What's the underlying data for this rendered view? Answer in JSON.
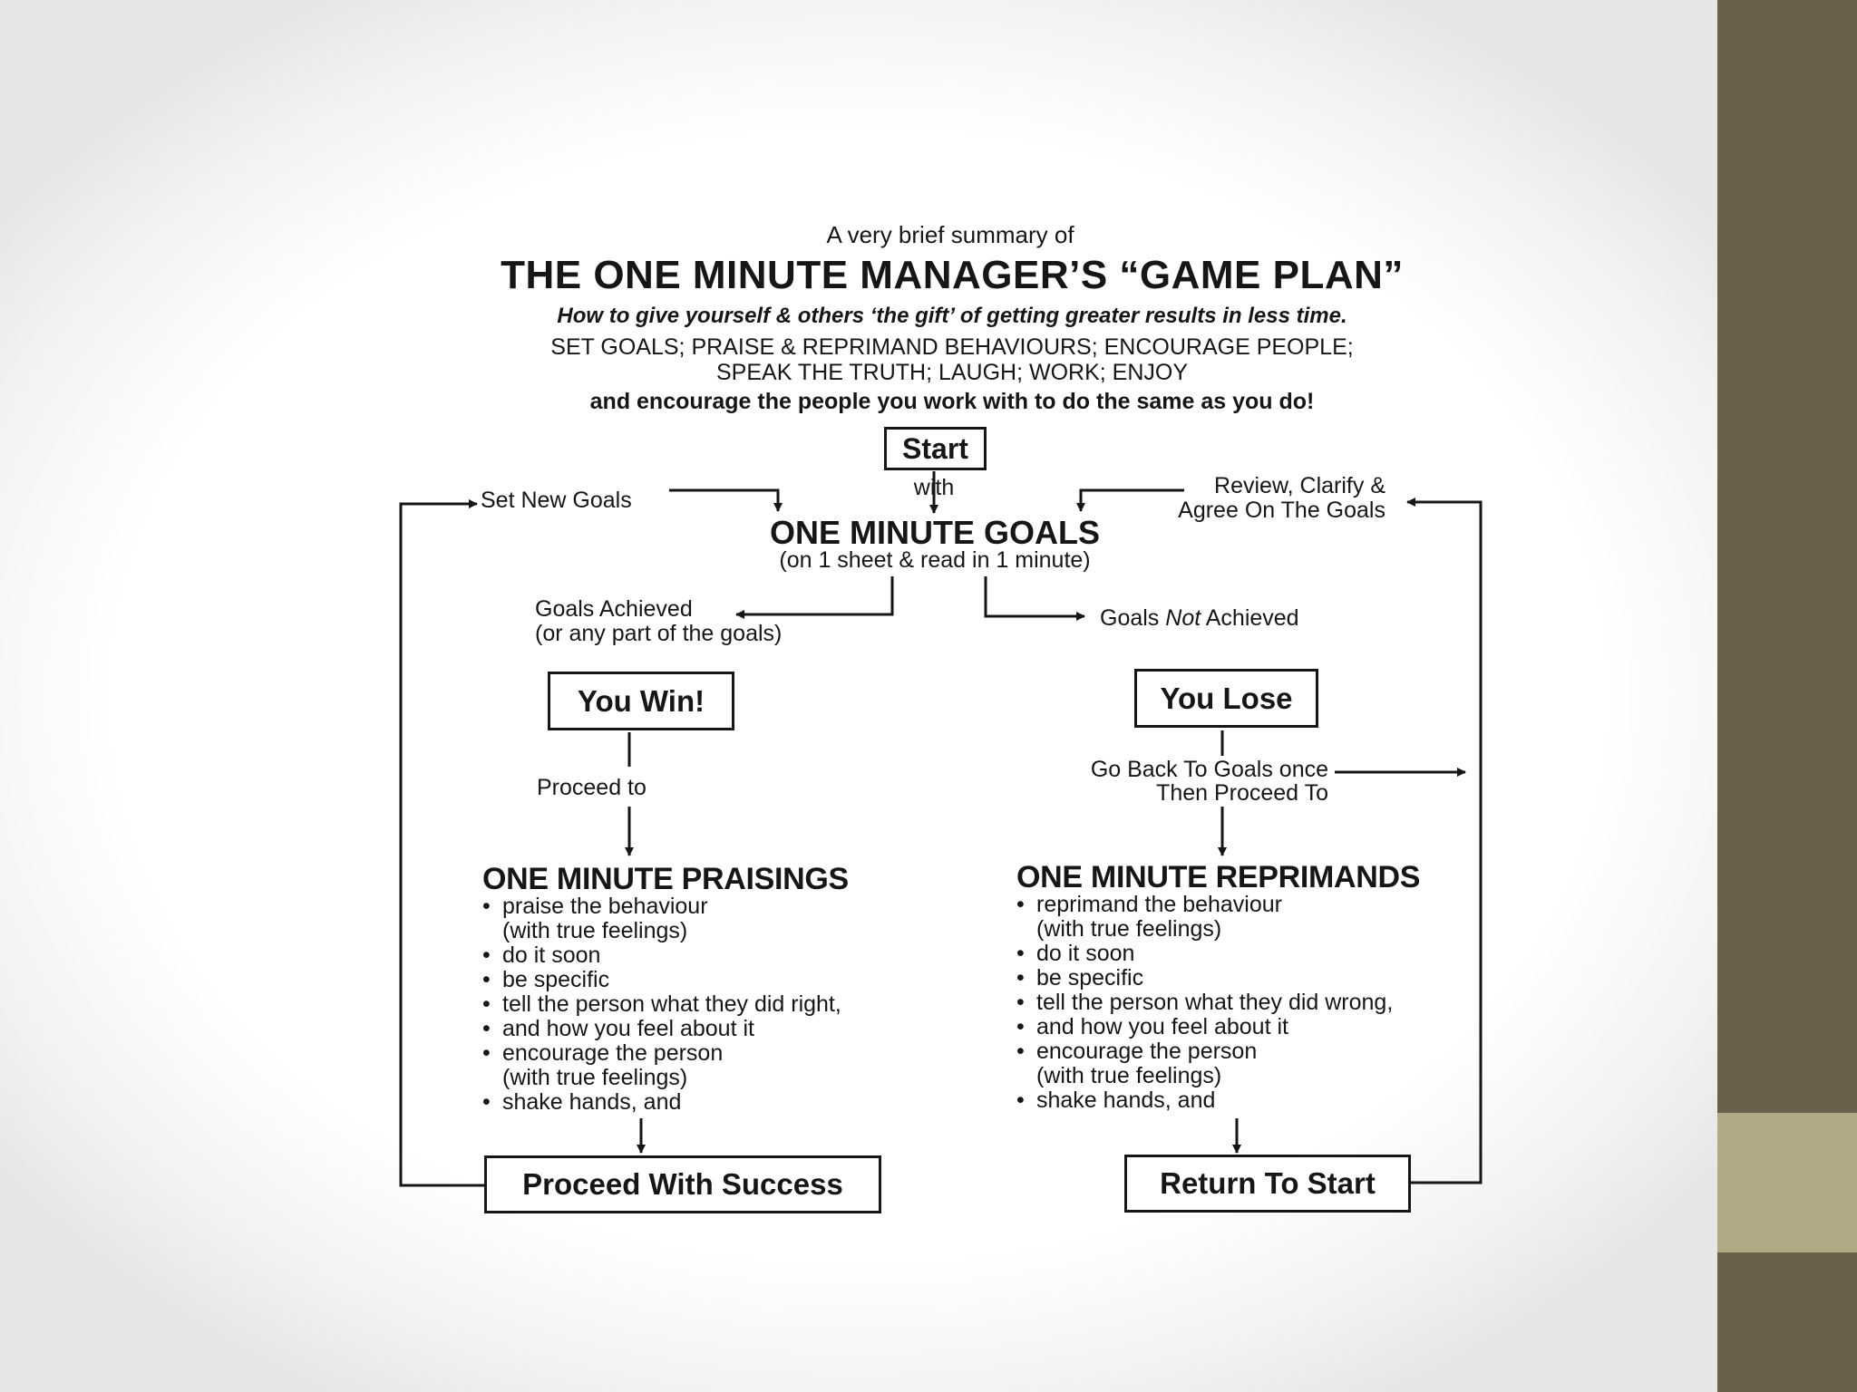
{
  "header": {
    "intro": "A very brief summary of",
    "title": "THE ONE MINUTE MANAGER’S “GAME PLAN”",
    "subtitle": "How to give yourself & others ‘the gift’ of getting greater results in less time.",
    "line1": "SET GOALS; PRAISE & REPRIMAND BEHAVIOURS; ENCOURAGE PEOPLE;",
    "line2": "SPEAK THE TRUTH; LAUGH; WORK; ENJOY",
    "line3": "and encourage the people you work with to do the same as you do!"
  },
  "flow": {
    "start": "Start",
    "with": "with",
    "goals_title": "ONE MINUTE GOALS",
    "goals_note": "(on 1 sheet & read in 1 minute)",
    "set_new_goals": "Set New Goals",
    "review_line1": "Review, Clarify &",
    "review_line2": "Agree On The Goals",
    "achieved_line1": "Goals Achieved",
    "achieved_line2": "(or any part of the goals)",
    "not_achieved_pre": "Goals ",
    "not_achieved_em": "Not",
    "not_achieved_post": " Achieved",
    "you_win": "You Win!",
    "you_lose": "You Lose",
    "proceed_to": "Proceed to",
    "go_back_line1": "Go Back To Goals once",
    "go_back_line2": "Then Proceed To",
    "proceed_success": "Proceed With Success",
    "return_start": "Return To Start"
  },
  "praisings": {
    "title": "ONE MINUTE PRAISINGS",
    "items": [
      "praise the behaviour",
      "(with true feelings)",
      "do it soon",
      "be specific",
      "tell the person what they did right,",
      "and how you feel about it",
      "encourage the person",
      "(with true feelings)",
      "shake hands, and"
    ]
  },
  "reprimands": {
    "title": "ONE MINUTE REPRIMANDS",
    "items": [
      "reprimand the behaviour",
      "(with true feelings)",
      "do it soon",
      "be specific",
      "tell the person what they did wrong,",
      "and how you feel about it",
      "encourage the person",
      "(with true feelings)",
      "shake hands, and"
    ]
  },
  "colors": {
    "ink": "#161616",
    "side_strip": "#6b604c",
    "side_accent": "#b1ab85"
  }
}
